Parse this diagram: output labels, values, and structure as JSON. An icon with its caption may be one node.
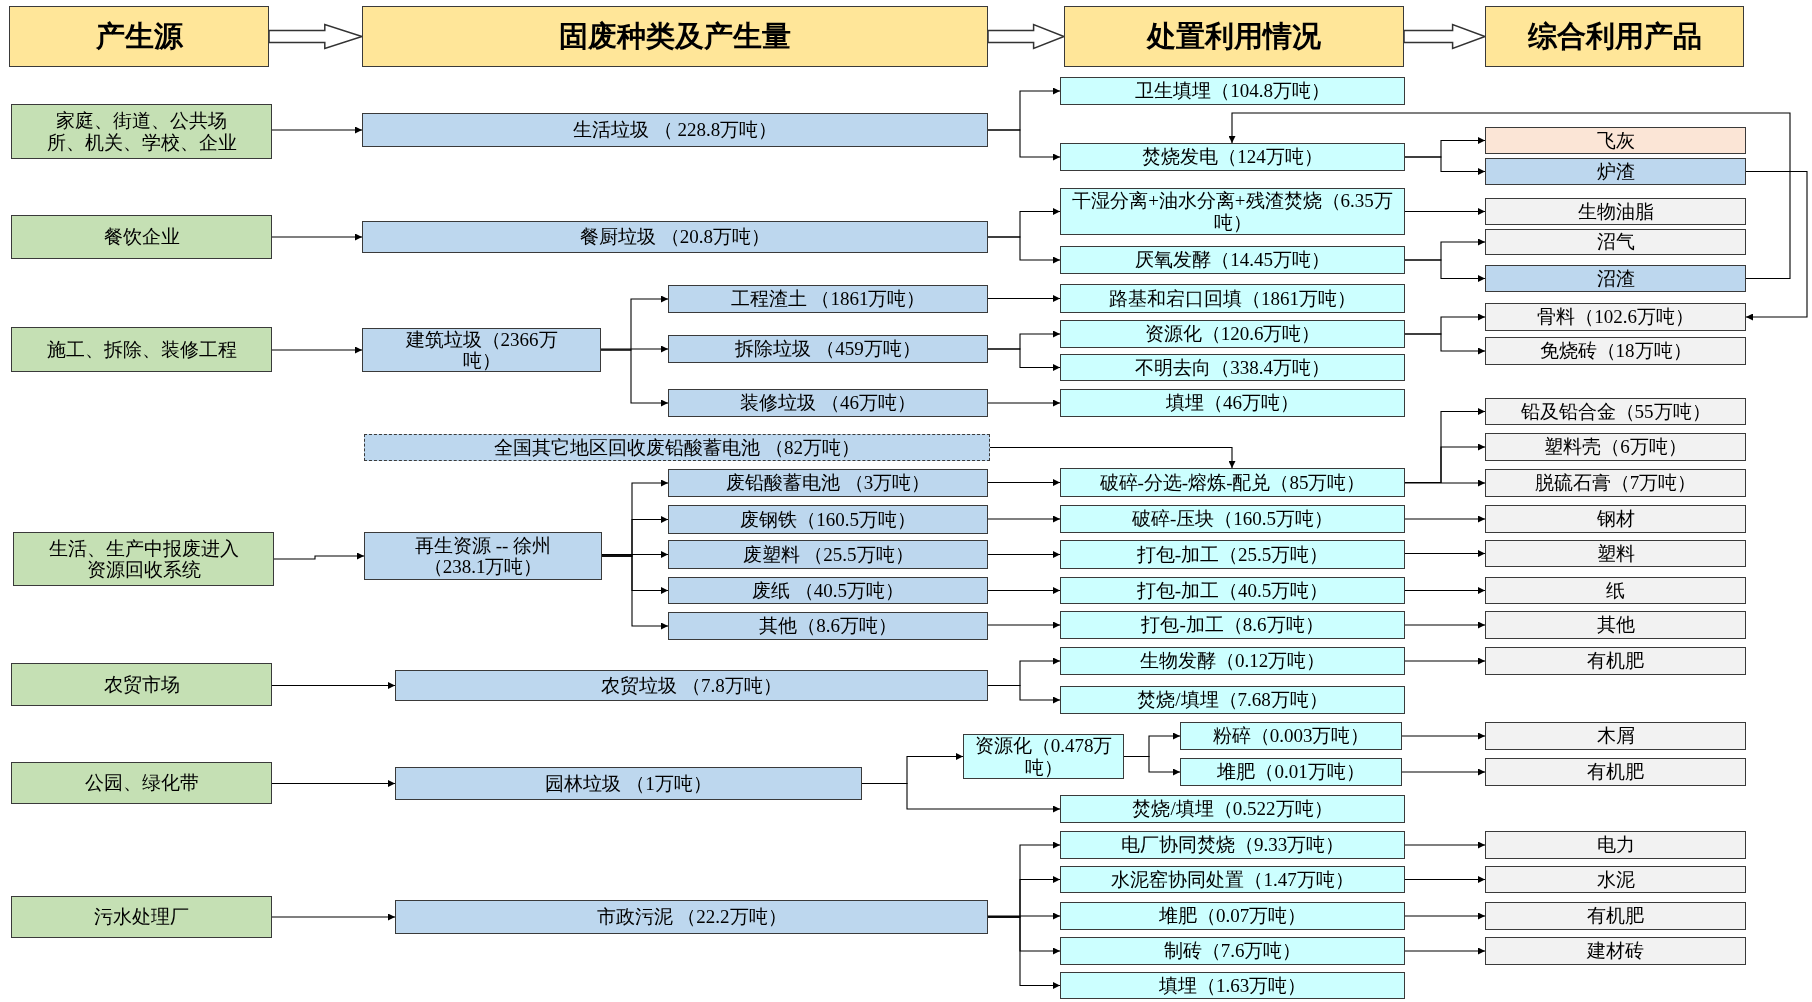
{
  "diagram": {
    "nodes": [
      {
        "text": [
          "产生源"
        ]
      },
      {
        "text": [
          "固废种类及产生量"
        ]
      },
      {
        "text": [
          "处置利用情况"
        ]
      },
      {
        "text": [
          "综合利用产品"
        ]
      },
      {
        "text": [
          "卫生填埋（104.8万吨）"
        ]
      },
      {
        "text": [
          "家庭、街道、公共场所、机关、学校、企业"
        ]
      },
      {
        "text": [
          "生活垃圾 （ 228.8万吨）"
        ]
      },
      {
        "text": [
          "飞灰"
        ]
      },
      {
        "text": [
          "焚烧发电（124万吨）"
        ]
      },
      {
        "text": [
          "炉渣"
        ]
      },
      {
        "text": [
          "干湿分离+油水分离+残渣焚烧（6.35万吨）"
        ]
      },
      {
        "text": [
          "餐饮企业"
        ]
      },
      {
        "text": [
          "餐厨垃圾 （20.8万吨）"
        ]
      },
      {
        "text": [
          "生物油脂"
        ]
      },
      {
        "text": [
          "沼气"
        ]
      },
      {
        "text": [
          "厌氧发酵（14.45万吨）"
        ]
      },
      {
        "text": [
          "沼渣"
        ]
      },
      {
        "text": [
          "工程渣土 （1861万吨）"
        ]
      },
      {
        "text": [
          "路基和宕口回填（1861万吨）"
        ]
      },
      {
        "text": [
          "骨料（102.6万吨）"
        ]
      },
      {
        "text": [
          "施工、拆除、装修工程"
        ]
      },
      {
        "text": [
          "建筑垃圾（2366万吨）"
        ]
      },
      {
        "text": [
          "拆除垃圾 （459万吨）"
        ]
      },
      {
        "text": [
          "资源化（120.6万吨）"
        ]
      },
      {
        "text": [
          "免烧砖（18万吨）"
        ]
      },
      {
        "text": [
          "不明去向（338.4万吨）"
        ]
      },
      {
        "text": [
          "装修垃圾 （46万吨）"
        ]
      },
      {
        "text": [
          "填埋（46万吨）"
        ]
      },
      {
        "text": [
          "铅及铅合金（55万吨）"
        ]
      },
      {
        "text": [
          "全国其它地区回收废铅酸蓄电池 （82万吨）"
        ]
      },
      {
        "text": [
          "塑料壳（6万吨）"
        ]
      },
      {
        "text": [
          "废铅酸蓄电池 （3万吨）"
        ]
      },
      {
        "text": [
          "破碎-分选-熔炼-配兑（85万吨）"
        ]
      },
      {
        "text": [
          "脱硫石膏（7万吨）"
        ]
      },
      {
        "text": [
          "废钢铁（160.5万吨）"
        ]
      },
      {
        "text": [
          "破碎-压块（160.5万吨）"
        ]
      },
      {
        "text": [
          "钢材"
        ]
      },
      {
        "text": [
          "生活、生产中报废进入资源回收系统"
        ]
      },
      {
        "text": [
          "再生资源 -- 徐州（238.1万吨）"
        ]
      },
      {
        "text": [
          "废塑料 （25.5万吨）"
        ]
      },
      {
        "text": [
          "打包-加工（25.5万吨）"
        ]
      },
      {
        "text": [
          "塑料"
        ]
      },
      {
        "text": [
          "废纸 （40.5万吨）"
        ]
      },
      {
        "text": [
          "打包-加工（40.5万吨）"
        ]
      },
      {
        "text": [
          "纸"
        ]
      },
      {
        "text": [
          "其他（8.6万吨）"
        ]
      },
      {
        "text": [
          "打包-加工（8.6万吨）"
        ]
      },
      {
        "text": [
          "其他"
        ]
      },
      {
        "text": [
          "生物发酵（0.12万吨）"
        ]
      },
      {
        "text": [
          "有机肥"
        ]
      },
      {
        "text": [
          "农贸市场"
        ]
      },
      {
        "text": [
          "农贸垃圾 （7.8万吨）"
        ]
      },
      {
        "text": [
          "焚烧/填埋（7.68万吨）"
        ]
      },
      {
        "text": [
          "粉碎（0.003万吨）"
        ]
      },
      {
        "text": [
          "木屑"
        ]
      },
      {
        "text": [
          "资源化（0.478万吨）"
        ]
      },
      {
        "text": [
          "公园、绿化带"
        ]
      },
      {
        "text": [
          "园林垃圾 （1万吨）"
        ]
      },
      {
        "text": [
          "堆肥（0.01万吨）"
        ]
      },
      {
        "text": [
          "有机肥"
        ]
      },
      {
        "text": [
          "焚烧/填埋（0.522万吨）"
        ]
      },
      {
        "text": [
          "电厂协同焚烧（9.33万吨）"
        ]
      },
      {
        "text": [
          "电力"
        ]
      },
      {
        "text": [
          "水泥窑协同处置（1.47万吨）"
        ]
      },
      {
        "text": [
          "水泥"
        ]
      },
      {
        "text": [
          "污水处理厂"
        ]
      },
      {
        "text": [
          "市政污泥 （22.2万吨）"
        ]
      },
      {
        "text": [
          "堆肥（0.07万吨）"
        ]
      },
      {
        "text": [
          "有机肥"
        ]
      },
      {
        "text": [
          "制砖（7.6万吨）"
        ]
      },
      {
        "text": [
          "建材砖"
        ]
      },
      {
        "text": [
          "填埋（1.63万吨）"
        ]
      }
    ],
    "edges": [
      {
        "from": 0,
        "to": 1,
        "arrow": "to"
      },
      {
        "from": 1,
        "to": 2,
        "arrow": "to"
      },
      {
        "from": 2,
        "to": 3,
        "arrow": "to"
      },
      {
        "from": 5,
        "to": 6,
        "arrow": "to"
      },
      {
        "from": 6,
        "to": 4,
        "arrow": "to"
      },
      {
        "from": 6,
        "to": 8,
        "arrow": "to"
      },
      {
        "from": 8,
        "to": 7,
        "arrow": "to"
      },
      {
        "from": 8,
        "to": 9,
        "arrow": "to"
      },
      {
        "from": 9,
        "to": 19,
        "arrow": "to"
      },
      {
        "from": 16,
        "to": 8,
        "arrow": "to"
      },
      {
        "from": 11,
        "to": 12,
        "arrow": "to"
      },
      {
        "from": 12,
        "to": 10,
        "arrow": "to"
      },
      {
        "from": 12,
        "to": 15,
        "arrow": "to"
      },
      {
        "from": 10,
        "to": 13,
        "arrow": "to"
      },
      {
        "from": 15,
        "to": 14,
        "arrow": "to"
      },
      {
        "from": 15,
        "to": 16,
        "arrow": "to"
      },
      {
        "from": 20,
        "to": 21,
        "arrow": "to"
      },
      {
        "from": 21,
        "to": 17,
        "arrow": "to"
      },
      {
        "from": 21,
        "to": 22,
        "arrow": "to"
      },
      {
        "from": 21,
        "to": 26,
        "arrow": "to"
      },
      {
        "from": 17,
        "to": 18,
        "arrow": "to"
      },
      {
        "from": 22,
        "to": 23,
        "arrow": "to"
      },
      {
        "from": 22,
        "to": 25,
        "arrow": "to"
      },
      {
        "from": 26,
        "to": 27,
        "arrow": "to"
      },
      {
        "from": 23,
        "to": 19,
        "arrow": "to"
      },
      {
        "from": 23,
        "to": 24,
        "arrow": "to"
      },
      {
        "from": 29,
        "to": 32,
        "arrow": "to"
      },
      {
        "from": 37,
        "to": 38,
        "arrow": "to"
      },
      {
        "from": 38,
        "to": 31,
        "arrow": "to"
      },
      {
        "from": 38,
        "to": 34,
        "arrow": "to"
      },
      {
        "from": 38,
        "to": 39,
        "arrow": "to"
      },
      {
        "from": 38,
        "to": 42,
        "arrow": "to"
      },
      {
        "from": 38,
        "to": 45,
        "arrow": "to"
      },
      {
        "from": 31,
        "to": 32,
        "arrow": "to"
      },
      {
        "from": 34,
        "to": 35,
        "arrow": "to"
      },
      {
        "from": 39,
        "to": 40,
        "arrow": "to"
      },
      {
        "from": 42,
        "to": 43,
        "arrow": "to"
      },
      {
        "from": 45,
        "to": 46,
        "arrow": "to"
      },
      {
        "from": 32,
        "to": 28,
        "arrow": "to"
      },
      {
        "from": 32,
        "to": 30,
        "arrow": "to"
      },
      {
        "from": 32,
        "to": 33,
        "arrow": "to"
      },
      {
        "from": 35,
        "to": 36,
        "arrow": "to"
      },
      {
        "from": 40,
        "to": 41,
        "arrow": "to"
      },
      {
        "from": 43,
        "to": 44,
        "arrow": "to"
      },
      {
        "from": 46,
        "to": 47,
        "arrow": "to"
      },
      {
        "from": 50,
        "to": 51,
        "arrow": "to"
      },
      {
        "from": 51,
        "to": 48,
        "arrow": "to"
      },
      {
        "from": 51,
        "to": 52,
        "arrow": "to"
      },
      {
        "from": 48,
        "to": 49,
        "arrow": "to"
      },
      {
        "from": 56,
        "to": 57,
        "arrow": "to"
      },
      {
        "from": 57,
        "to": 55,
        "arrow": "to"
      },
      {
        "from": 57,
        "to": 60,
        "arrow": "to"
      },
      {
        "from": 55,
        "to": 53,
        "arrow": "to"
      },
      {
        "from": 55,
        "to": 58,
        "arrow": "to"
      },
      {
        "from": 53,
        "to": 54,
        "arrow": "to"
      },
      {
        "from": 58,
        "to": 59,
        "arrow": "to"
      },
      {
        "from": 65,
        "to": 66,
        "arrow": "to"
      },
      {
        "from": 66,
        "to": 61,
        "arrow": "to"
      },
      {
        "from": 66,
        "to": 63,
        "arrow": "to"
      },
      {
        "from": 66,
        "to": 67,
        "arrow": "to"
      },
      {
        "from": 66,
        "to": 69,
        "arrow": "to"
      },
      {
        "from": 66,
        "to": 71,
        "arrow": "to"
      },
      {
        "from": 61,
        "to": 62,
        "arrow": "to"
      },
      {
        "from": 63,
        "to": 64,
        "arrow": "to"
      },
      {
        "from": 67,
        "to": 68,
        "arrow": "to"
      },
      {
        "from": 69,
        "to": 70,
        "arrow": "to"
      }
    ]
  }
}
